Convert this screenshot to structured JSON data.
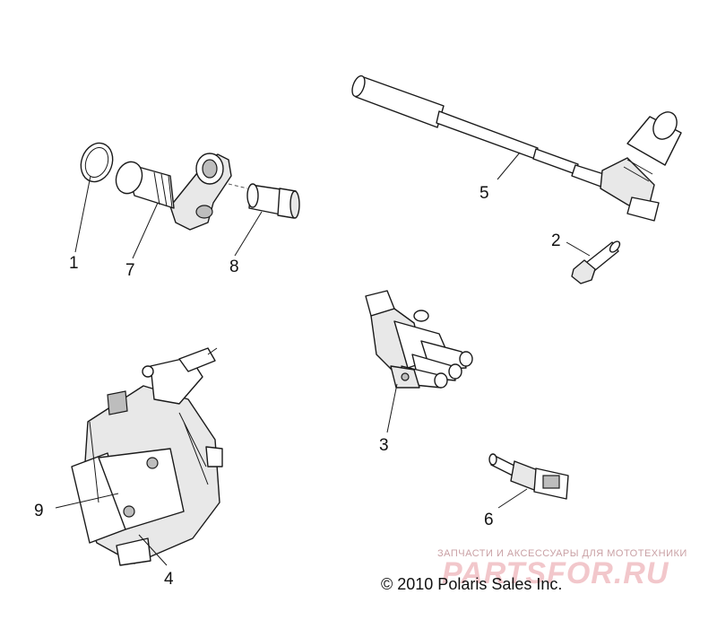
{
  "callouts": {
    "c1": "1",
    "c2": "2",
    "c3": "3",
    "c4": "4",
    "c5": "5",
    "c6": "6",
    "c7": "7",
    "c8": "8",
    "c9": "9"
  },
  "copyright": "© 2010 Polaris Sales Inc.",
  "watermark": {
    "tagline": "ЗАПЧАСТИ И АКСЕССУАРЫ ДЛЯ МОТОТЕХНИКИ",
    "logo": "PARTSFOR.RU"
  }
}
